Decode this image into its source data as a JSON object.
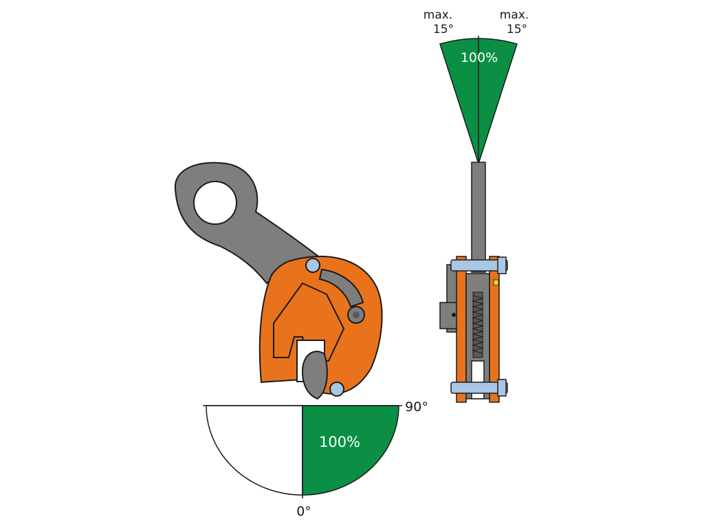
{
  "colors": {
    "green": "#0b8f45",
    "orange": "#e8731c",
    "steel": "#7e7e7e",
    "steel_dark": "#5a5a5a",
    "pin": "#a9c6e4",
    "outline": "#1a1a1a"
  },
  "side_view": {
    "angle_top_label": "90°",
    "angle_bottom_label": "0°",
    "load_capacity": "100%"
  },
  "front_view": {
    "left_angle_label_1": "max.",
    "left_angle_label_2": "15°",
    "right_angle_label_1": "max.",
    "right_angle_label_2": "15°",
    "load_capacity": "100%"
  }
}
